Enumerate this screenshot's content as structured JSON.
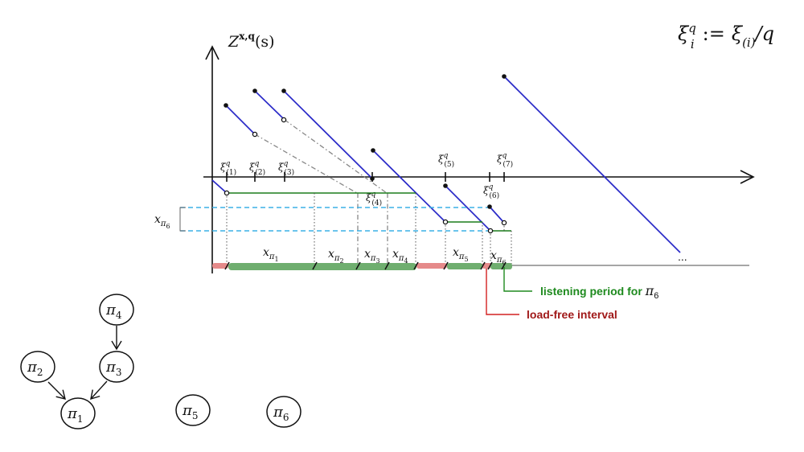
{
  "formula": {
    "lhs_base": "ξ",
    "lhs_sup": "q",
    "lhs_sub": "i",
    "assign": ":=",
    "rhs_base": "ξ",
    "rhs_sub": "(i)",
    "rhs_tail": "/q"
  },
  "axis": {
    "y_label_main": "Z",
    "y_label_sup": "x,q",
    "y_label_arg": "(s)"
  },
  "xi_labels": [
    {
      "base": "ξ",
      "sup": "q",
      "sub": "(1)"
    },
    {
      "base": "ξ",
      "sup": "q",
      "sub": "(2)"
    },
    {
      "base": "ξ",
      "sup": "q",
      "sub": "(3)"
    },
    {
      "base": "ξ",
      "sup": "q",
      "sub": "(4)"
    },
    {
      "base": "ξ",
      "sup": "q",
      "sub": "(5)"
    },
    {
      "base": "ξ",
      "sup": "q",
      "sub": "(6)"
    },
    {
      "base": "ξ",
      "sup": "q",
      "sub": "(7)"
    }
  ],
  "x_labels": [
    {
      "base": "x",
      "sub": "π",
      "subsub": "1"
    },
    {
      "base": "x",
      "sub": "π",
      "subsub": "2"
    },
    {
      "base": "x",
      "sub": "π",
      "subsub": "3"
    },
    {
      "base": "x",
      "sub": "π",
      "subsub": "4"
    },
    {
      "base": "x",
      "sub": "π",
      "subsub": "5"
    },
    {
      "base": "x",
      "sub": "π",
      "subsub": "6"
    }
  ],
  "xpi6_bracket_label": {
    "base": "x",
    "sub": "π",
    "subsub": "6"
  },
  "annotations": {
    "listening_text": "listening period for ",
    "listening_pi": "π",
    "listening_sub": "6",
    "loadfree_text": "load-free interval"
  },
  "graph_nodes": [
    {
      "base": "π",
      "sub": "1"
    },
    {
      "base": "π",
      "sub": "2"
    },
    {
      "base": "π",
      "sub": "3"
    },
    {
      "base": "π",
      "sub": "4"
    },
    {
      "base": "π",
      "sub": "5"
    },
    {
      "base": "π",
      "sub": "6"
    }
  ],
  "colors": {
    "blue_line": "#2a2ac8",
    "green_line": "#1b7d1b",
    "green_band": "#6fae6f",
    "red_band": "#e58a8a",
    "dashed_cyan": "#3bb0e6",
    "gray_dashdot": "#888888",
    "text_green": "#1e8a1e",
    "text_red": "#a01818"
  }
}
